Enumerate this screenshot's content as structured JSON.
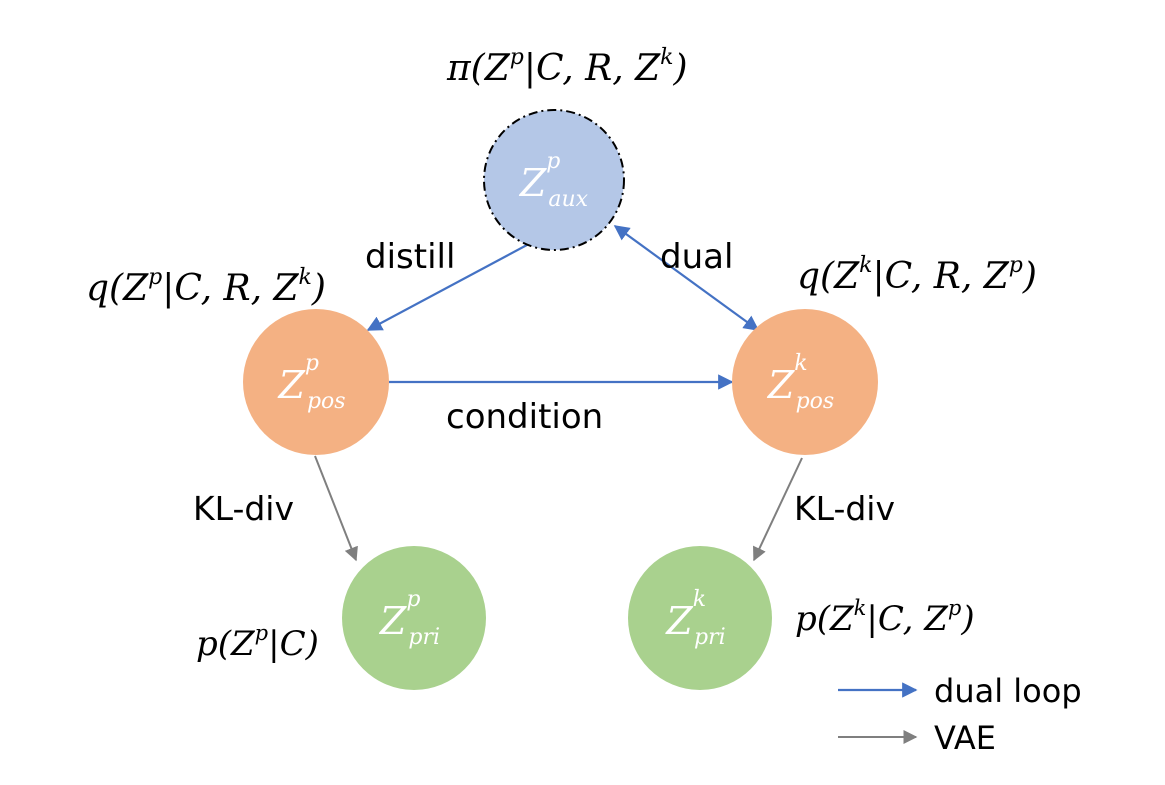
{
  "colors": {
    "aux_fill": "#b4c7e7",
    "pos_fill": "#f4b183",
    "pri_fill": "#a9d18e",
    "blue_arrow": "#4472c4",
    "gray_arrow": "#7f7f7f",
    "text": "#000000",
    "node_text": "#ffffff"
  },
  "nodes": {
    "aux": {
      "base": "Z",
      "sup": "p",
      "sub": "aux"
    },
    "pos_p": {
      "base": "Z",
      "sup": "p",
      "sub": "pos"
    },
    "pos_k": {
      "base": "Z",
      "sup": "k",
      "sub": "pos"
    },
    "pri_p": {
      "base": "Z",
      "sup": "p",
      "sub": "pri"
    },
    "pri_k": {
      "base": "Z",
      "sup": "k",
      "sub": "pri"
    }
  },
  "formulas": {
    "pi": {
      "fn": "π",
      "open": "(",
      "z1": "Z",
      "s1": "p",
      "mid": "|C, R, ",
      "z2": "Z",
      "s2": "k",
      "close": ")"
    },
    "q_p": {
      "fn": "q",
      "open": "(",
      "z1": "Z",
      "s1": "p",
      "mid": "|C, R, ",
      "z2": "Z",
      "s2": "k",
      "close": ")"
    },
    "q_k": {
      "fn": "q",
      "open": "(",
      "z1": "Z",
      "s1": "k",
      "mid": "|C, R, ",
      "z2": "Z",
      "s2": "p",
      "close": ")"
    },
    "p_p": {
      "fn": "p",
      "open": "(",
      "z1": "Z",
      "s1": "p",
      "mid": "|C",
      "close": ")"
    },
    "p_k": {
      "fn": "p",
      "open": "(",
      "z1": "Z",
      "s1": "k",
      "mid": "|C, ",
      "z2": "Z",
      "s2": "p",
      "close": ")"
    }
  },
  "edge_labels": {
    "distill": "distill",
    "dual": "dual",
    "condition": "condition",
    "kl_left": "KL-div",
    "kl_right": "KL-div"
  },
  "legend": {
    "dual_loop": "dual loop",
    "vae": "VAE"
  }
}
